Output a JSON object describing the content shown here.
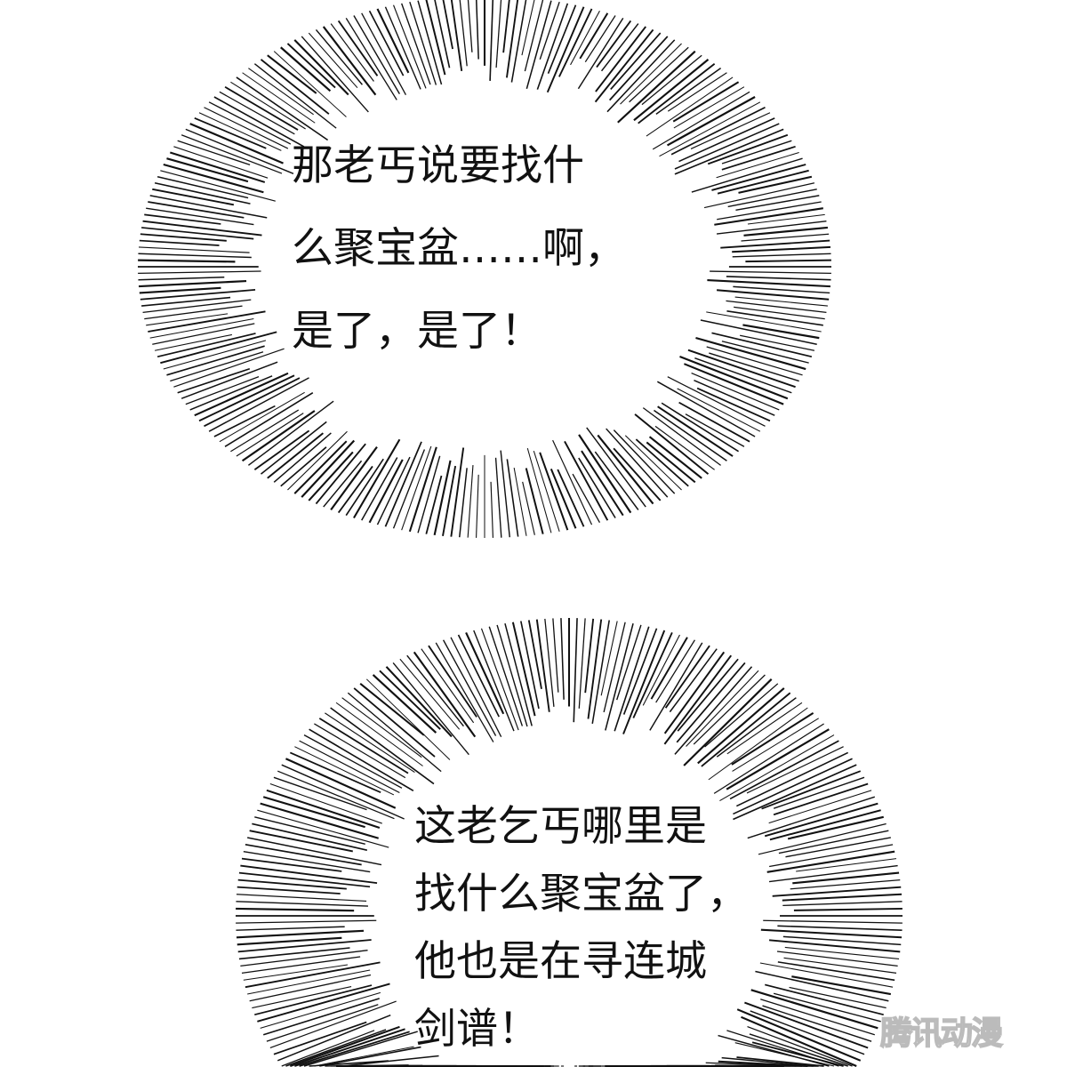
{
  "bubbles": [
    {
      "lines": [
        "那老丐说要找什",
        "么聚宝盆……啊，",
        "是了，是了！"
      ]
    },
    {
      "lines": [
        "这老乞丐哪里是",
        "找什么聚宝盆了，",
        "他也是在寻连城",
        "剑谱！"
      ]
    }
  ],
  "watermark": "腾讯动漫",
  "colors": {
    "ink": "#111111",
    "background": "#ffffff"
  }
}
